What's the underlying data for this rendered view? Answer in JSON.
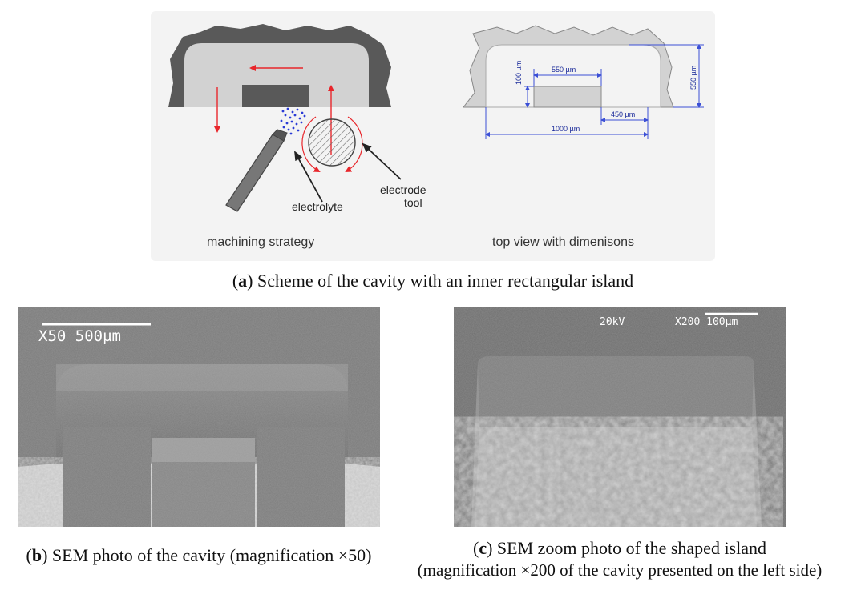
{
  "panel_a": {
    "left_label": "machining strategy",
    "right_label": "top view with dimenisons",
    "electrolyte_label": "electrolyte",
    "electrode_label_line1": "electrode",
    "electrode_label_line2": "tool",
    "dim_island_width": "550 µm",
    "dim_island_height": "100 µm",
    "dim_total_width": "1000 µm",
    "dim_right_gap": "450 µm",
    "dim_cavity_height": "550 µm",
    "colors": {
      "material": "#595959",
      "cavity": "#d2d2d2",
      "arrow": "#e8262b",
      "dimension": "#3b4fd6",
      "electrolyte": "#2a3bd6"
    }
  },
  "caption_a": {
    "letter": "a",
    "text": " Scheme of the cavity with an inner rectangular island"
  },
  "photo_b": {
    "overlay": "X50 500µm"
  },
  "photo_c": {
    "voltage": "20kV",
    "scale": "X200 100µm"
  },
  "caption_b": {
    "letter": "b",
    "text": " SEM photo of the cavity (magnification ×50)"
  },
  "caption_c": {
    "letter": "c",
    "line1": " SEM zoom photo of the shaped island",
    "line2": "(magnification ×200 of the cavity presented on the left side)"
  }
}
